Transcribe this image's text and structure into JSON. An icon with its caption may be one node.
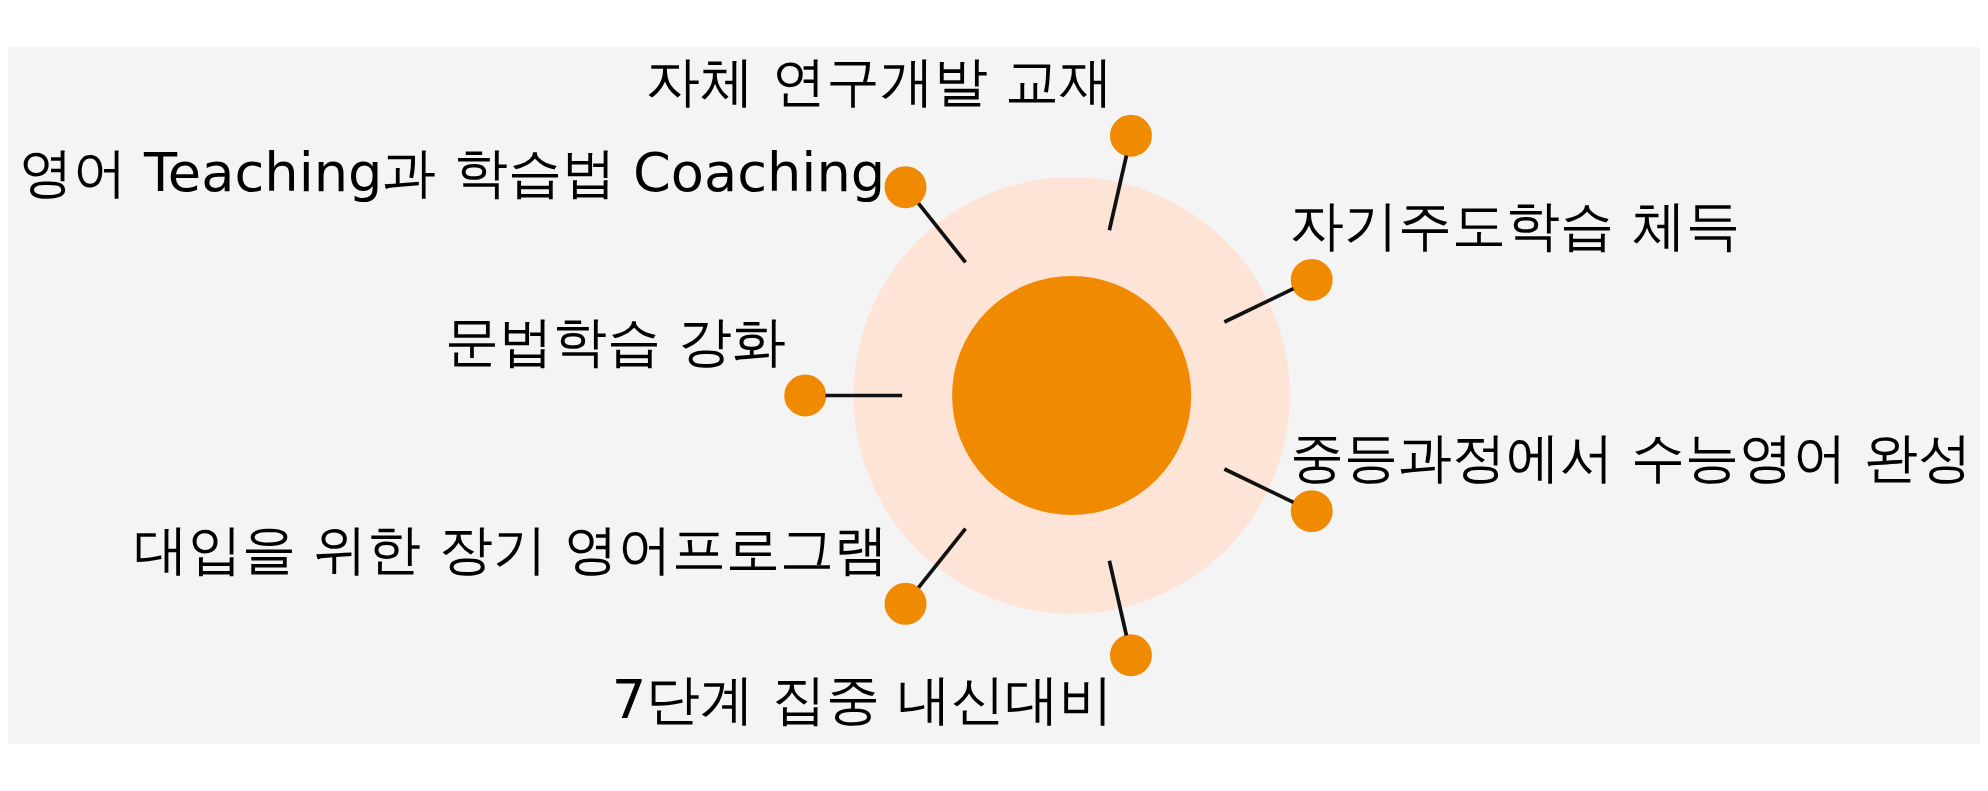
{
  "diagram": {
    "nodes": [
      {
        "text": [],
        "shape": "circle"
      },
      {
        "text": [],
        "shape": "circle",
        "beside": [
          "자기주도학습 체득"
        ]
      },
      {
        "text": [],
        "shape": "circle",
        "beside": [
          "자체 연구개발 교재"
        ]
      },
      {
        "text": [],
        "shape": "circle",
        "beside": [
          "영어 Teaching과 학습법 Coaching"
        ]
      },
      {
        "text": [],
        "shape": "circle",
        "beside": [
          "문법학습 강화"
        ]
      },
      {
        "text": [],
        "shape": "circle",
        "beside": [
          "대입을 위한 장기 영어프로그램"
        ]
      },
      {
        "text": [],
        "shape": "circle",
        "beside": [
          "7단계 집중 내신대비"
        ]
      },
      {
        "text": [],
        "shape": "circle",
        "beside": [
          "중등과정에서 수능영어 완성"
        ]
      }
    ],
    "edges": [
      {
        "from": 0,
        "to": 1,
        "arrow": "none"
      },
      {
        "from": 0,
        "to": 2,
        "arrow": "none"
      },
      {
        "from": 0,
        "to": 3,
        "arrow": "none"
      },
      {
        "from": 0,
        "to": 4,
        "arrow": "none"
      },
      {
        "from": 0,
        "to": 5,
        "arrow": "none"
      },
      {
        "from": 0,
        "to": 6,
        "arrow": "none"
      },
      {
        "from": 0,
        "to": 7,
        "arrow": "none"
      }
    ]
  }
}
